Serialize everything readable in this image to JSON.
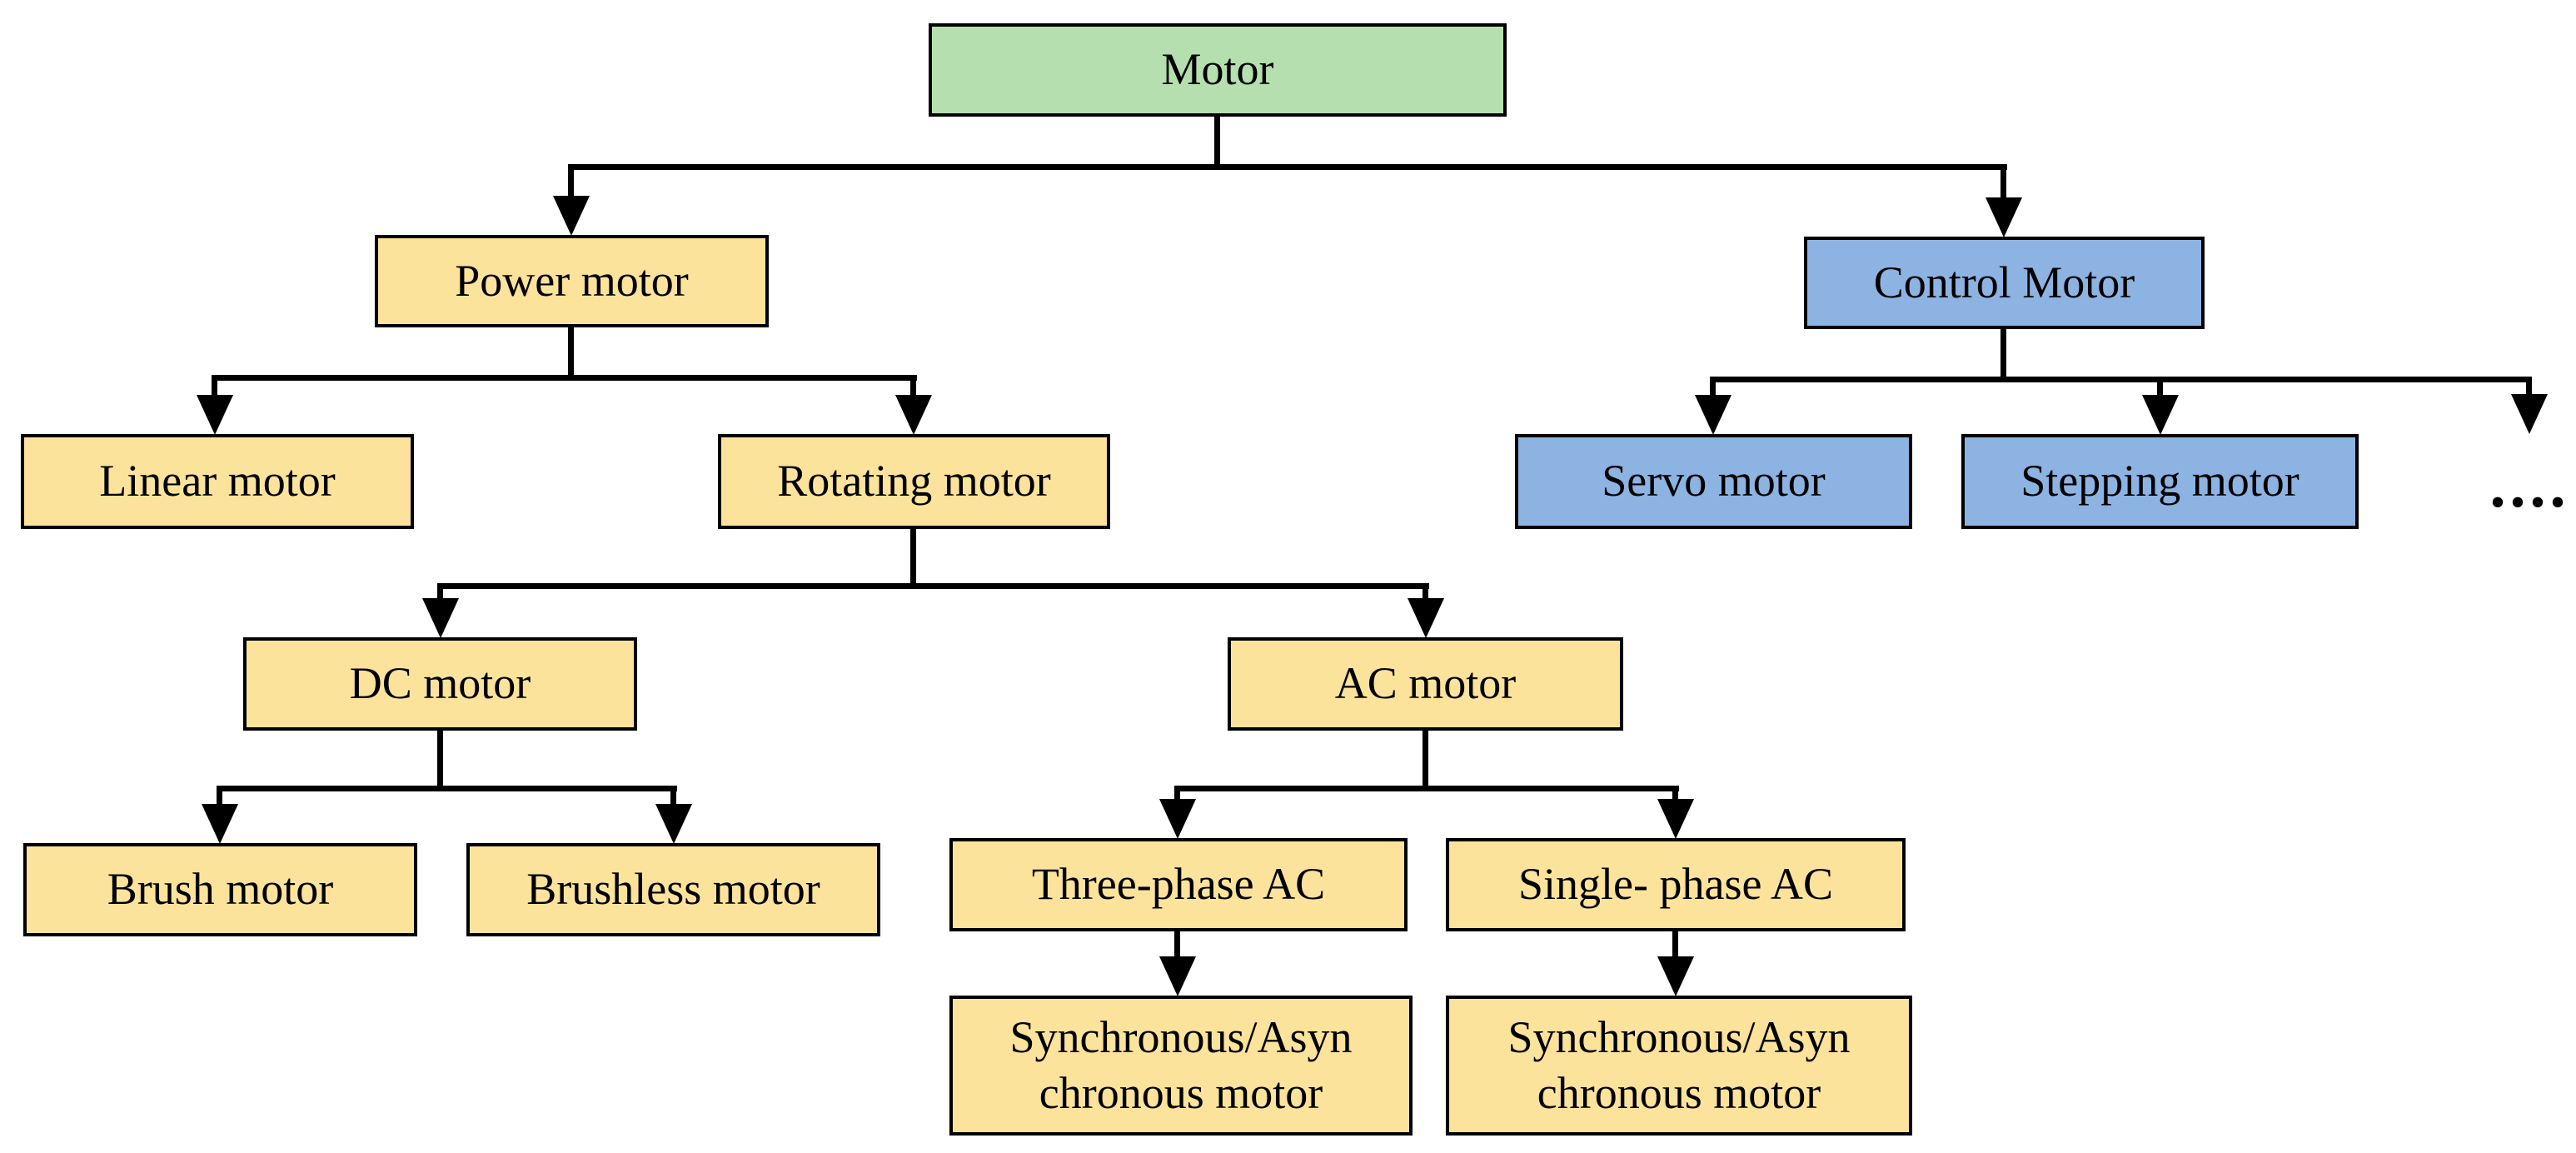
{
  "colors": {
    "root_fill": "#b6dfb0",
    "power_branch_fill": "#fce39c",
    "control_branch_fill": "#8db3e2",
    "line": "#000000",
    "background": "#ffffff"
  },
  "nodes": {
    "motor": {
      "label": "Motor"
    },
    "power": {
      "label": "Power motor"
    },
    "control": {
      "label": "Control Motor"
    },
    "linear": {
      "label": "Linear motor"
    },
    "rotating": {
      "label": "Rotating motor"
    },
    "servo": {
      "label": "Servo motor"
    },
    "stepping": {
      "label": "Stepping motor"
    },
    "more": {
      "label": "...."
    },
    "dc": {
      "label": "DC motor"
    },
    "ac": {
      "label": "AC motor"
    },
    "brush": {
      "label": "Brush motor"
    },
    "brushless": {
      "label": "Brushless motor"
    },
    "three_phase": {
      "label": "Three-phase AC"
    },
    "single_phase": {
      "label": "Single- phase AC"
    },
    "sync_left": {
      "lines": [
        "Synchronous/Asyn",
        "chronous motor"
      ]
    },
    "sync_right": {
      "lines": [
        "Synchronous/Asyn",
        "chronous motor"
      ]
    }
  }
}
